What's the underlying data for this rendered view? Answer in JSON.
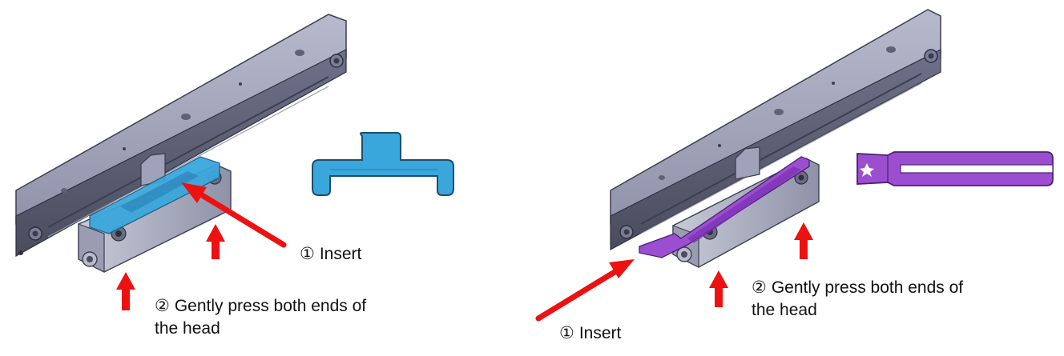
{
  "left_panel": {
    "insert_label": {
      "number": "①",
      "text": "Insert"
    },
    "press_label": {
      "number": "②",
      "line1": "Gently press both ends of",
      "line2": "the head"
    },
    "tool_color": "#3aa7dc"
  },
  "right_panel": {
    "insert_label": {
      "number": "①",
      "text": "Insert"
    },
    "press_label": {
      "number": "②",
      "line1": "Gently press both ends of",
      "line2": "the head"
    },
    "tool_color": "#9b4fd0"
  },
  "colors": {
    "arrow": "#ee1111",
    "rail": "#8c8fa8",
    "rail_dark": "#5a5d72",
    "head": "#a9acbd"
  },
  "icons": [
    "red-arrow-icon",
    "encoder-rail-icon",
    "spacer-tool-icon"
  ]
}
